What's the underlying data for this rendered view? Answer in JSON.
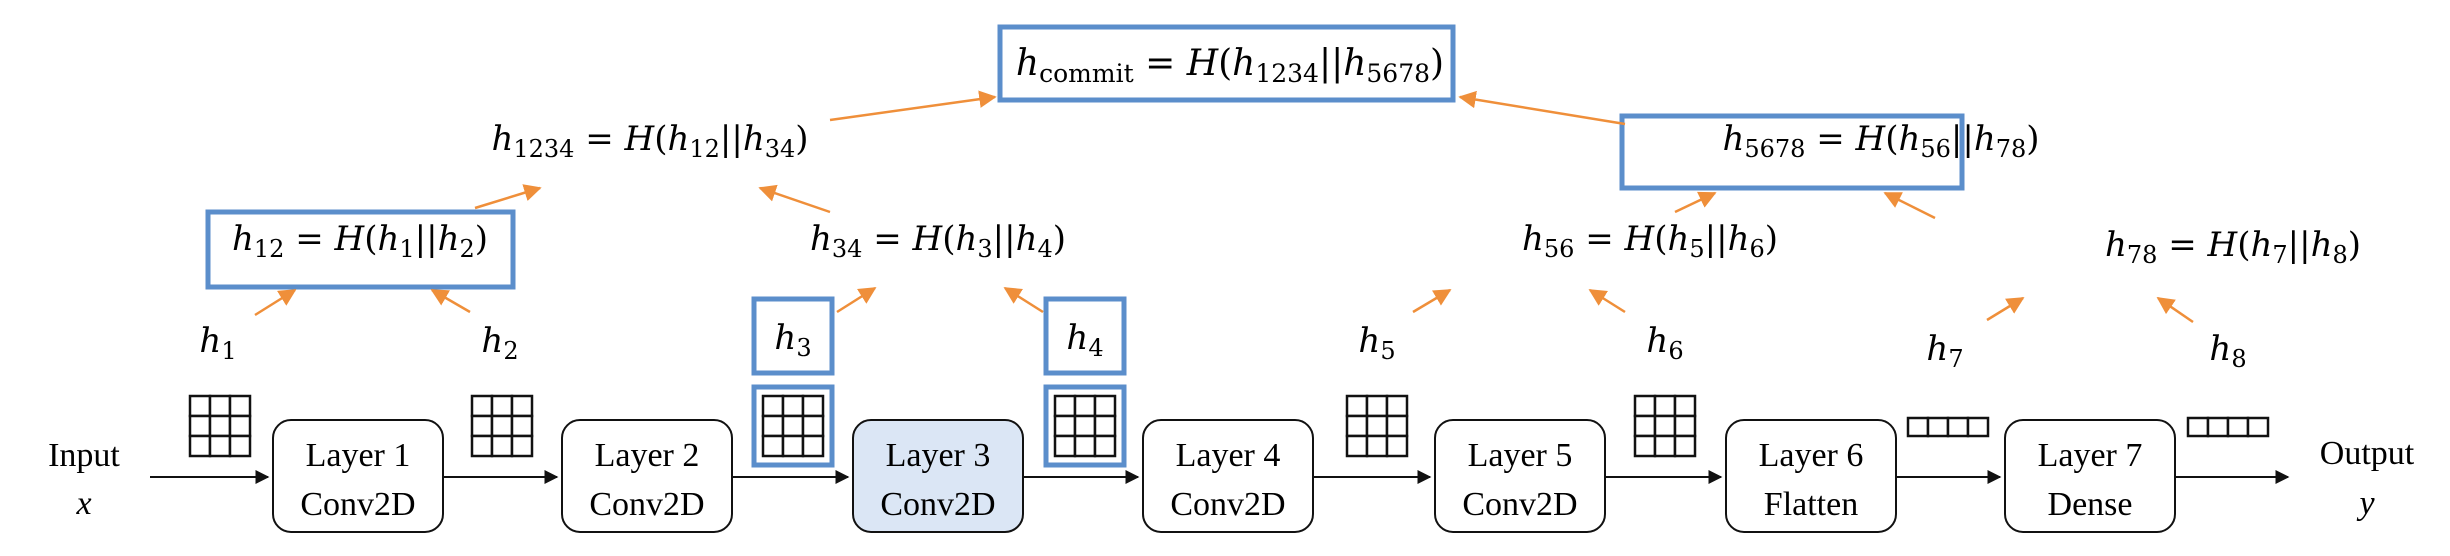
{
  "colors": {
    "highlight": "#5b8ecb",
    "arrow_orange": "#ef8f3a",
    "layer_highlight_fill": "#dbe6f5",
    "stroke": "#111111"
  },
  "io": {
    "input_label": "Input",
    "input_var": "x",
    "output_label": "Output",
    "output_var": "y"
  },
  "layers": [
    {
      "name": "Layer 1",
      "type": "Conv2D",
      "highlighted": false
    },
    {
      "name": "Layer 2",
      "type": "Conv2D",
      "highlighted": false
    },
    {
      "name": "Layer 3",
      "type": "Conv2D",
      "highlighted": true
    },
    {
      "name": "Layer 4",
      "type": "Conv2D",
      "highlighted": false
    },
    {
      "name": "Layer 5",
      "type": "Conv2D",
      "highlighted": false
    },
    {
      "name": "Layer 6",
      "type": "Flatten",
      "highlighted": false
    },
    {
      "name": "Layer 7",
      "type": "Dense",
      "highlighted": false
    }
  ],
  "tensor_icons": [
    {
      "kind": "grid",
      "highlighted": false
    },
    {
      "kind": "grid",
      "highlighted": false
    },
    {
      "kind": "grid",
      "highlighted": true
    },
    {
      "kind": "grid",
      "highlighted": true
    },
    {
      "kind": "grid",
      "highlighted": false
    },
    {
      "kind": "grid",
      "highlighted": false
    },
    {
      "kind": "row",
      "highlighted": false
    },
    {
      "kind": "row",
      "highlighted": false
    }
  ],
  "leaves": [
    {
      "var": "h",
      "sub": "1",
      "highlighted": false
    },
    {
      "var": "h",
      "sub": "2",
      "highlighted": false
    },
    {
      "var": "h",
      "sub": "3",
      "highlighted": true
    },
    {
      "var": "h",
      "sub": "4",
      "highlighted": true
    },
    {
      "var": "h",
      "sub": "5",
      "highlighted": false
    },
    {
      "var": "h",
      "sub": "6",
      "highlighted": false
    },
    {
      "var": "h",
      "sub": "7",
      "highlighted": false
    },
    {
      "var": "h",
      "sub": "8",
      "highlighted": false
    }
  ],
  "level1": [
    {
      "lhs": "12",
      "a": "1",
      "b": "2",
      "highlighted": true
    },
    {
      "lhs": "34",
      "a": "3",
      "b": "4",
      "highlighted": false
    },
    {
      "lhs": "56",
      "a": "5",
      "b": "6",
      "highlighted": false
    },
    {
      "lhs": "78",
      "a": "7",
      "b": "8",
      "highlighted": false
    }
  ],
  "level2": [
    {
      "lhs": "1234",
      "a": "12",
      "b": "34",
      "highlighted": false
    },
    {
      "lhs": "5678",
      "a": "56",
      "b": "78",
      "highlighted": true
    }
  ],
  "root": {
    "lhs": "commit",
    "a": "1234",
    "b": "5678",
    "highlighted": true
  },
  "symbols": {
    "hash_fn": "H",
    "concat": "||",
    "equals": "="
  }
}
